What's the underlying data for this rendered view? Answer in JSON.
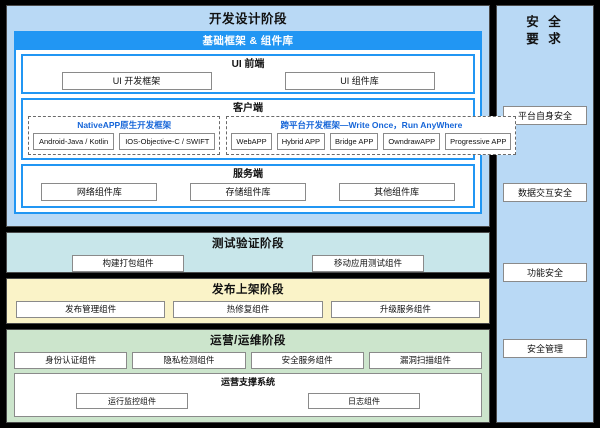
{
  "diagram": {
    "stages": {
      "development": {
        "title": "开发设计阶段",
        "framework_bar": "基础框架 & 组件库",
        "tiers": {
          "ui": {
            "title": "UI 前端",
            "boxes": [
              "UI 开发框架",
              "UI 组件库"
            ]
          },
          "client": {
            "title": "客户端",
            "groups": [
              {
                "title": "NativeAPP原生开发框架",
                "boxes": [
                  "Android-Java / Kotlin",
                  "IOS-Objective-C / SWIFT"
                ]
              },
              {
                "title": "跨平台开发框架—Write Once，Run AnyWhere",
                "boxes": [
                  "WebAPP",
                  "Hybrid APP",
                  "Bridge APP",
                  "OwndrawAPP",
                  "Progressive APP"
                ]
              }
            ]
          },
          "server": {
            "title": "服务端",
            "boxes": [
              "网络组件库",
              "存储组件库",
              "其他组件库"
            ]
          }
        }
      },
      "test": {
        "title": "测试验证阶段",
        "boxes": [
          "构建打包组件",
          "移动应用测试组件"
        ]
      },
      "publish": {
        "title": "发布上架阶段",
        "boxes": [
          "发布管理组件",
          "热修复组件",
          "升级服务组件"
        ]
      },
      "operations": {
        "title": "运营/运维阶段",
        "boxes": [
          "身份认证组件",
          "隐私检测组件",
          "安全服务组件",
          "漏洞扫描组件"
        ],
        "support": {
          "title": "运营支撑系统",
          "boxes": [
            "运行监控组件",
            "日志组件"
          ]
        }
      }
    },
    "sidebar": {
      "title": "安 全\n要 求",
      "items": [
        "平台自身安全",
        "数据交互安全",
        "功能安全",
        "安全管理"
      ]
    },
    "colors": {
      "background": "#000000",
      "development_bg": "#b9d9f5",
      "framework_accent": "#2196f3",
      "test_bg": "#c8e6ea",
      "publish_bg": "#faf3c8",
      "operations_bg": "#cce5cc",
      "sidebar_bg": "#b9d9f5",
      "dash_title_text": "#1565d8",
      "box_border": "#8a8a8a"
    }
  }
}
